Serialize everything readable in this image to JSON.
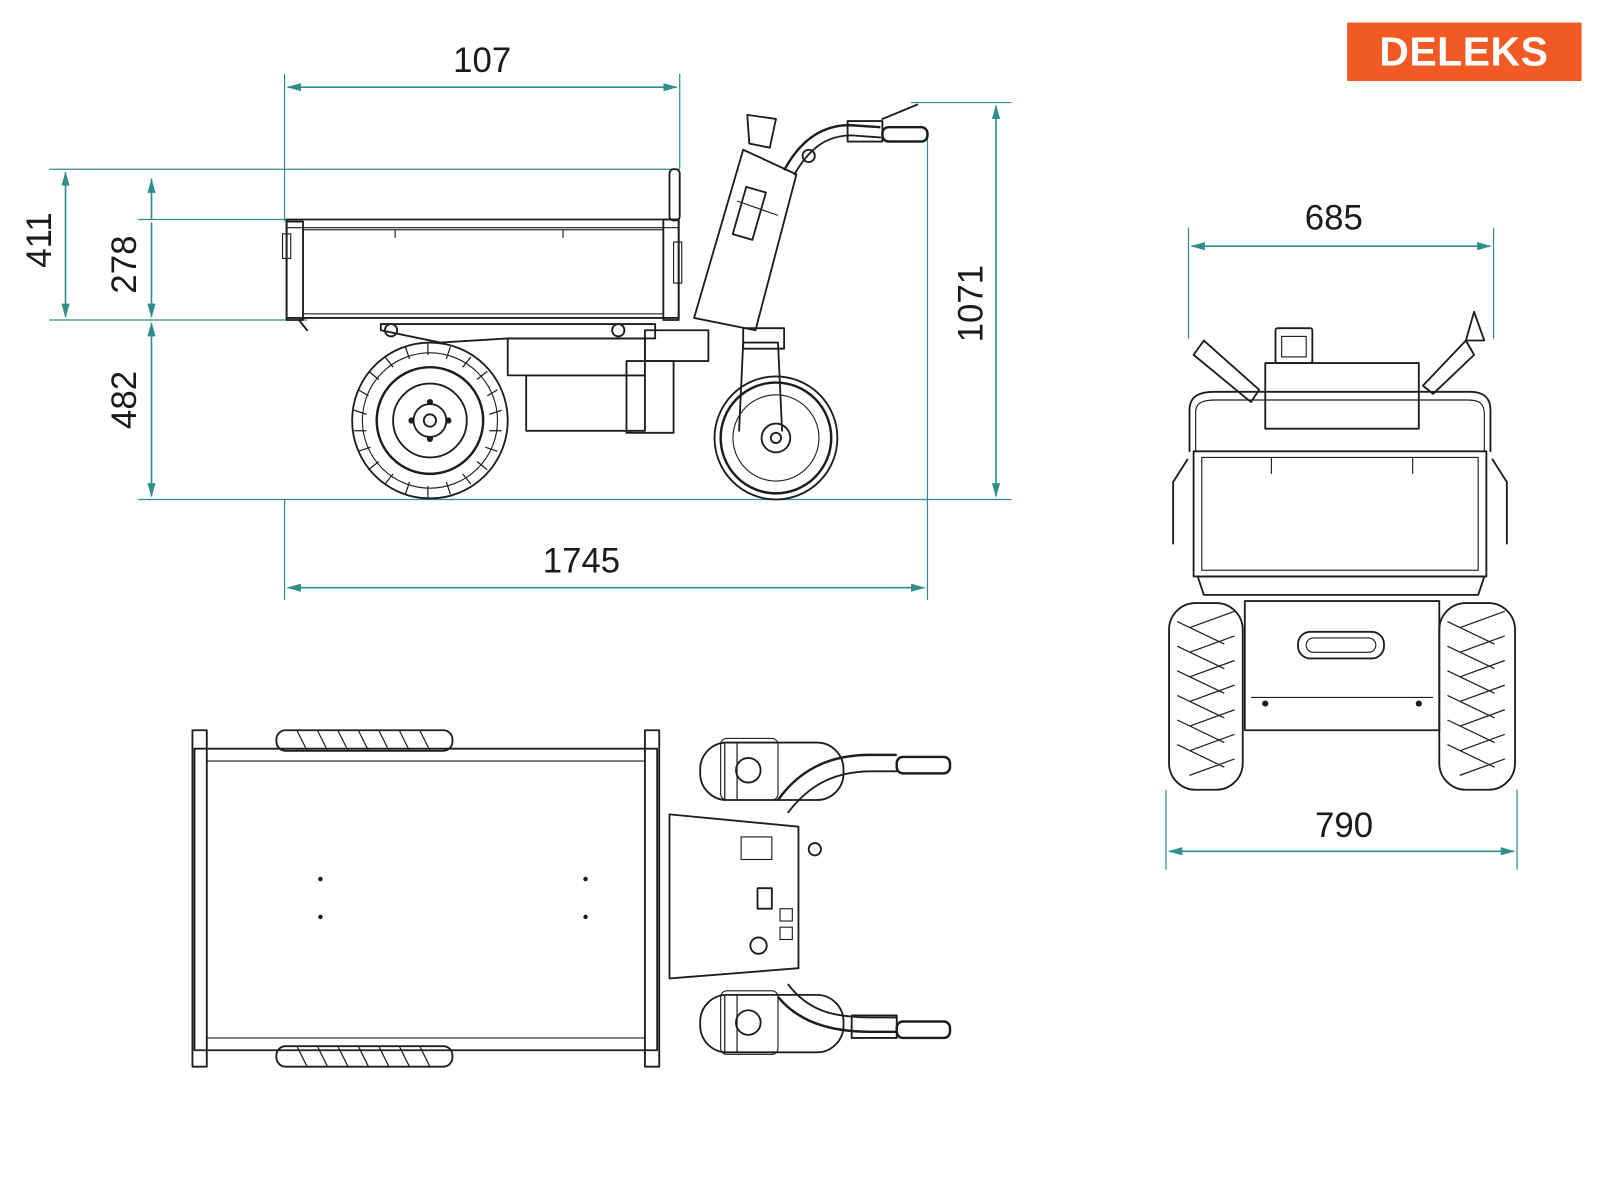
{
  "logo": {
    "text": "DELEKS",
    "background_color": "#f15a24",
    "text_color": "#ffffff"
  },
  "colors": {
    "dimension_line": "#2f8f8c",
    "drawing_line": "#1d1d1d"
  },
  "side_view": {
    "dim_top_width": "107",
    "dim_total_height_left": "411",
    "dim_bed_height": "278",
    "dim_lower_height": "482",
    "dim_total_height_right": "1071",
    "dim_total_length": "1745"
  },
  "front_view": {
    "dim_bed_width": "685",
    "dim_total_width": "790"
  }
}
